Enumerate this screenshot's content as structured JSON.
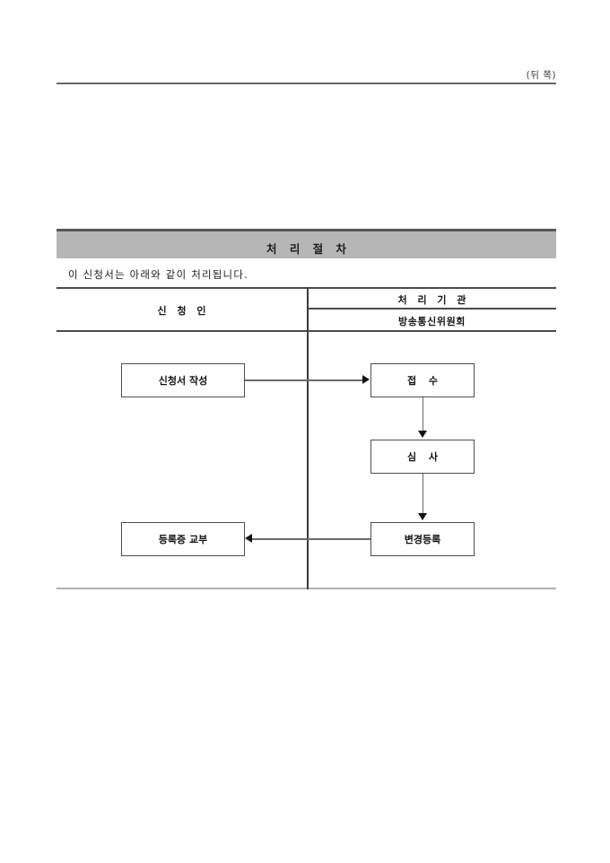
{
  "page": {
    "marker": "(뒤 쪽)"
  },
  "section": {
    "title": "처 리 절 차",
    "subtitle": "이 신청서는 아래와 같이 처리됩니다."
  },
  "table": {
    "columns": [
      {
        "label": "신 청 인"
      },
      {
        "label": "처 리 기 관",
        "sub": "방송통신위원회"
      }
    ]
  },
  "flowchart": {
    "type": "process-flow",
    "nodes": [
      {
        "id": "apply",
        "label": "신청서 작성",
        "column": "applicant"
      },
      {
        "id": "receipt",
        "label": "접  수",
        "column": "agency"
      },
      {
        "id": "review",
        "label": "심  사",
        "column": "agency"
      },
      {
        "id": "regist",
        "label": "변경등록",
        "column": "agency"
      },
      {
        "id": "issue",
        "label": "등록증 교부",
        "column": "applicant"
      }
    ],
    "edges": [
      {
        "from": "apply",
        "to": "receipt",
        "direction": "right"
      },
      {
        "from": "receipt",
        "to": "review",
        "direction": "down"
      },
      {
        "from": "review",
        "to": "regist",
        "direction": "down"
      },
      {
        "from": "regist",
        "to": "issue",
        "direction": "left"
      }
    ]
  },
  "colors": {
    "title_bar_fill": "#b6b6b6",
    "title_bar_border": "#585858",
    "rule": "#686868",
    "box_border": "#4d4d4d",
    "connector": "#6a6a6a"
  }
}
